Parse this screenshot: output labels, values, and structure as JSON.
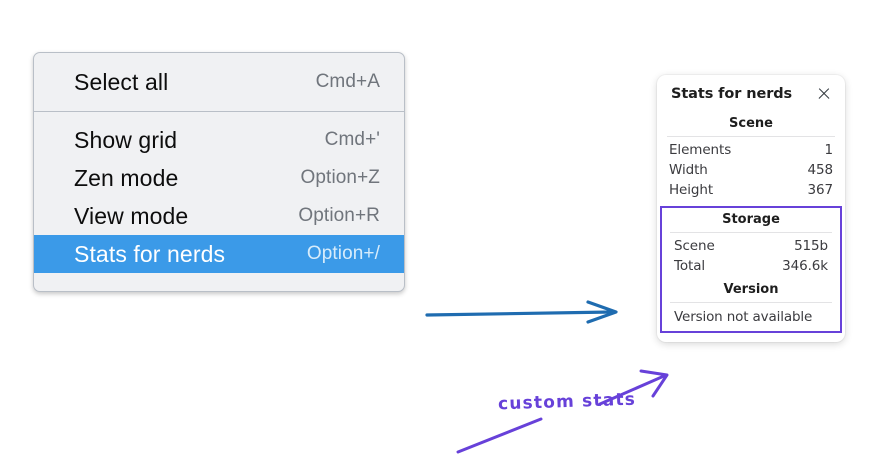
{
  "menu": {
    "sections": [
      {
        "items": [
          {
            "label": "Select all",
            "shortcut": "Cmd+A",
            "selected": false
          }
        ]
      },
      {
        "items": [
          {
            "label": "Show grid",
            "shortcut": "Cmd+'",
            "selected": false
          },
          {
            "label": "Zen mode",
            "shortcut": "Option+Z",
            "selected": false
          },
          {
            "label": "View mode",
            "shortcut": "Option+R",
            "selected": false
          },
          {
            "label": "Stats for nerds",
            "shortcut": "Option+/",
            "selected": true
          }
        ]
      }
    ],
    "colors": {
      "background": "#f0f1f3",
      "highlight": "#3b9ae8",
      "label": "#0d0d0d",
      "shortcut": "#70757c"
    }
  },
  "stats_panel": {
    "title": "Stats for nerds",
    "close_icon": "close-icon",
    "scene": {
      "heading": "Scene",
      "rows": [
        {
          "key": "Elements",
          "value": "1"
        },
        {
          "key": "Width",
          "value": "458"
        },
        {
          "key": "Height",
          "value": "367"
        }
      ]
    },
    "storage": {
      "heading": "Storage",
      "rows": [
        {
          "key": "Scene",
          "value": "515b"
        },
        {
          "key": "Total",
          "value": "346.6k"
        }
      ]
    },
    "version": {
      "heading": "Version",
      "text": "Version not available"
    },
    "highlight_color": "#6741d9"
  },
  "annotations": {
    "handwritten_label": "custom stats",
    "blue_arrow_color": "#1f6cb0",
    "purple_color": "#6741d9"
  }
}
